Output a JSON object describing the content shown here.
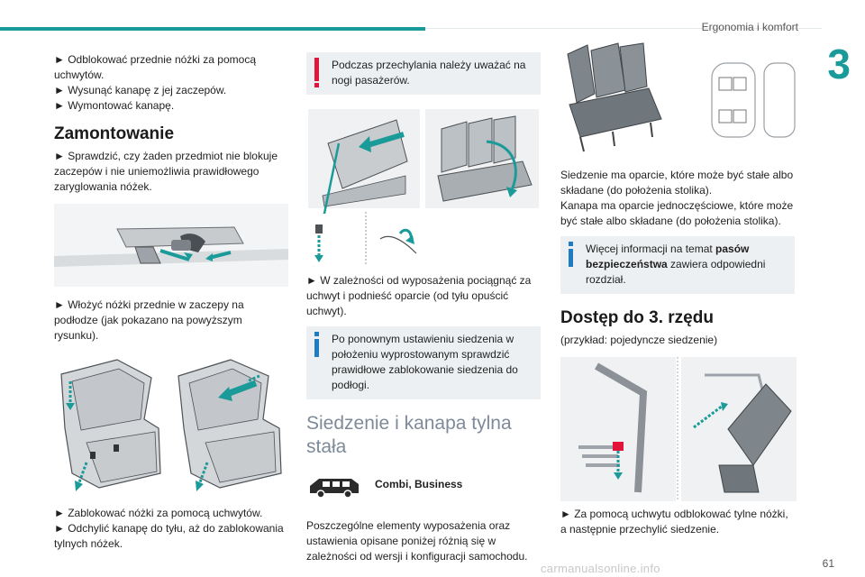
{
  "header": {
    "section_title": "Ergonomia i komfort",
    "chapter_number": "3"
  },
  "footer": {
    "page_number": "61",
    "watermark": "carmanualsonline.info"
  },
  "col1": {
    "steps_top": [
      "► Odblokować przednie nóżki za pomocą uchwytów.",
      "► Wysunąć kanapę z jej zaczepów.",
      "► Wymontować kanapę."
    ],
    "heading_mount": "Zamontowanie",
    "step_check": "► Sprawdzić, czy żaden przedmiot nie blokuje zaczepów i nie uniemożliwia prawidłowego zaryglowania nóżek.",
    "step_insert": "► Włożyć nóżki przednie w zaczepy na podłodze (jak pokazano na powyższym rysunku).",
    "steps_bottom": [
      "► Zablokować nóżki za pomocą uchwytów.",
      "► Odchylić kanapę do tyłu, aż do zablokowania tylnych nóżek."
    ]
  },
  "col2": {
    "warning": "Podczas przechylania należy uważać na nogi pasażerów.",
    "step_pull": "► W zależności od wyposażenia pociągnąć za uchwyt i podnieść oparcie (od tyłu opuścić uchwyt).",
    "info_check": "Po ponownym ustawieniu siedzenia w położeniu wyprostowanym sprawdzić prawidłowe zablokowanie siedzenia do podłogi.",
    "heading_rear": "Siedzenie i kanapa tylna stała",
    "models": "Combi, Business",
    "para_elements": "Poszczególne elementy wyposażenia oraz ustawienia opisane poniżej różnią się w zależności od wersji i konfiguracji samochodu."
  },
  "col3": {
    "para_seat_1": "Siedzenie ma oparcie, które może być stałe albo składane (do położenia stolika).",
    "para_seat_2": "Kanapa ma oparcie jednoczęściowe, które może być stałe albo składane (do położenia stolika).",
    "info_prefix": "Więcej informacji na temat ",
    "info_bold": "pasów bezpieczeństwa",
    "info_suffix": " zawiera odpowiedni rozdział.",
    "heading_access": "Dostęp do 3. rzędu",
    "example": "(przykład: pojedyncze siedzenie)",
    "step_unlock": "► Za pomocą uchwytu odblokować tylne nóżki, a następnie przechylić siedzenie."
  },
  "colors": {
    "accent": "#1a9a98",
    "warning": "#e3143a",
    "info": "#1f7cc2",
    "note_bg": "#edf0f2",
    "heading_grey": "#7f8a99"
  }
}
